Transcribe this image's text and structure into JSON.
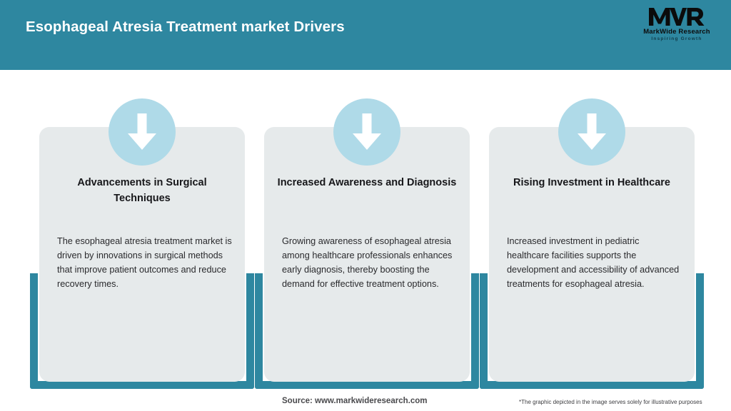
{
  "header": {
    "title": "Esophageal Atresia Treatment market Drivers",
    "background_color": "#2e87a0",
    "title_color": "#ffffff"
  },
  "logo": {
    "mark": "MWR",
    "name": "MarkWide Research",
    "tagline": "Inspiring Growth"
  },
  "theme": {
    "accent_teal": "#2e87a0",
    "icon_circle_blue": "#afdae8",
    "card_background": "#e6eaeb",
    "page_background": "#ffffff"
  },
  "cards": [
    {
      "icon": "down-arrow-icon",
      "title": "Advancements in Surgical Techniques",
      "body": "The esophageal atresia treatment market is driven by innovations in surgical methods that improve patient outcomes and reduce recovery times."
    },
    {
      "icon": "down-arrow-icon",
      "title": "Increased Awareness and Diagnosis",
      "body": "Growing awareness of esophageal atresia among healthcare professionals enhances early diagnosis, thereby boosting the demand for effective treatment options."
    },
    {
      "icon": "down-arrow-icon",
      "title": "Rising Investment in Healthcare",
      "body": "Increased investment in pediatric healthcare facilities supports the development and accessibility of advanced treatments for esophageal atresia."
    }
  ],
  "footer": {
    "source": "Source: www.markwideresearch.com",
    "disclaimer": "*The graphic depicted in the image serves solely for illustrative purposes"
  }
}
